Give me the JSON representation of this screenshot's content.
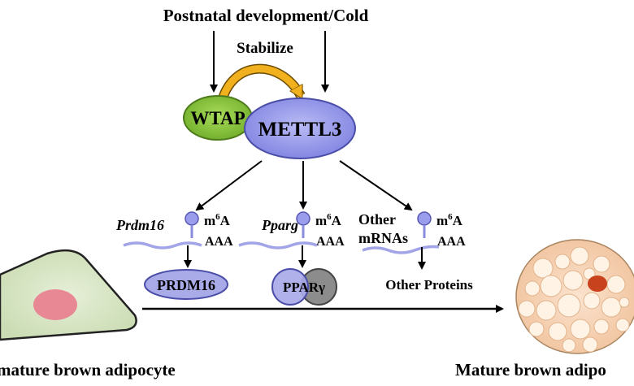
{
  "diagram": {
    "top_label": "Postnatal development/Cold",
    "stabilize_label": "Stabilize",
    "wtap_label": "WTAP",
    "mettl3_label": "METTL3",
    "gene_prdm16": "Prdm16",
    "gene_pparg": "Pparg",
    "gene_other_line1": "Other",
    "gene_other_line2": "mRNAs",
    "m6a_base": "m",
    "m6a_sup": "6",
    "m6a_suffix": "A",
    "polya_label": "AAA",
    "protein_prdm16": "PRDM16",
    "protein_ppar": "PPARγ",
    "protein_other": "Other Proteins",
    "left_cell_label": "mature brown adipocyte",
    "right_cell_label": "Mature brown adipo"
  },
  "colors": {
    "wtap_fill": "#8dc83c",
    "mettl3_fill": "#9a9cec",
    "stabilize_arrow": "#f1b01e",
    "protein_fill": "#a9aae8",
    "ppar_dark": "#8c8c8c",
    "mrna_line": "#a2a4e8",
    "left_cell_fill": "#d9e6c8",
    "left_nucleus": "#e78894",
    "right_cell_fill": "#f8d8bf",
    "right_droplets": "#fff3e6",
    "right_nucleus": "#c8421e"
  }
}
